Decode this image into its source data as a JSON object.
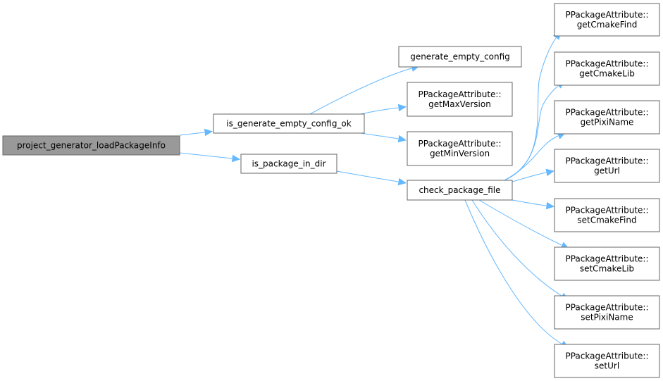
{
  "colors": {
    "edge": "#63b8ff",
    "node_border": "#666666",
    "root_fill": "#999999",
    "node_fill": "#ffffff"
  },
  "nodes": {
    "root": {
      "lines": [
        "project_generator_loadPackageInfo"
      ]
    },
    "is_generate_empty_config_ok": {
      "lines": [
        "is_generate_empty_config_ok"
      ]
    },
    "is_package_in_dir": {
      "lines": [
        "is_package_in_dir"
      ]
    },
    "generate_empty_config": {
      "lines": [
        "generate_empty_config"
      ]
    },
    "getMaxVersion": {
      "lines": [
        "PPackageAttribute::",
        "getMaxVersion"
      ]
    },
    "getMinVersion": {
      "lines": [
        "PPackageAttribute::",
        "getMinVersion"
      ]
    },
    "check_package_file": {
      "lines": [
        "check_package_file"
      ]
    },
    "getCmakeFind": {
      "lines": [
        "PPackageAttribute::",
        "getCmakeFind"
      ]
    },
    "getCmakeLib": {
      "lines": [
        "PPackageAttribute::",
        "getCmakeLib"
      ]
    },
    "getPixiName": {
      "lines": [
        "PPackageAttribute::",
        "getPixiName"
      ]
    },
    "getUrl": {
      "lines": [
        "PPackageAttribute::",
        "getUrl"
      ]
    },
    "setCmakeFind": {
      "lines": [
        "PPackageAttribute::",
        "setCmakeFind"
      ]
    },
    "setCmakeLib": {
      "lines": [
        "PPackageAttribute::",
        "setCmakeLib"
      ]
    },
    "setPixiName": {
      "lines": [
        "PPackageAttribute::",
        "setPixiName"
      ]
    },
    "setUrl": {
      "lines": [
        "PPackageAttribute::",
        "setUrl"
      ]
    }
  },
  "edges": [
    {
      "from": "root",
      "to": "is_generate_empty_config_ok"
    },
    {
      "from": "root",
      "to": "is_package_in_dir"
    },
    {
      "from": "is_generate_empty_config_ok",
      "to": "generate_empty_config"
    },
    {
      "from": "is_generate_empty_config_ok",
      "to": "getMaxVersion"
    },
    {
      "from": "is_generate_empty_config_ok",
      "to": "getMinVersion"
    },
    {
      "from": "is_package_in_dir",
      "to": "check_package_file"
    },
    {
      "from": "check_package_file",
      "to": "getCmakeFind"
    },
    {
      "from": "check_package_file",
      "to": "getCmakeLib"
    },
    {
      "from": "check_package_file",
      "to": "getPixiName"
    },
    {
      "from": "check_package_file",
      "to": "getUrl"
    },
    {
      "from": "check_package_file",
      "to": "setCmakeFind"
    },
    {
      "from": "check_package_file",
      "to": "setCmakeLib"
    },
    {
      "from": "check_package_file",
      "to": "setPixiName"
    },
    {
      "from": "check_package_file",
      "to": "setUrl"
    }
  ]
}
